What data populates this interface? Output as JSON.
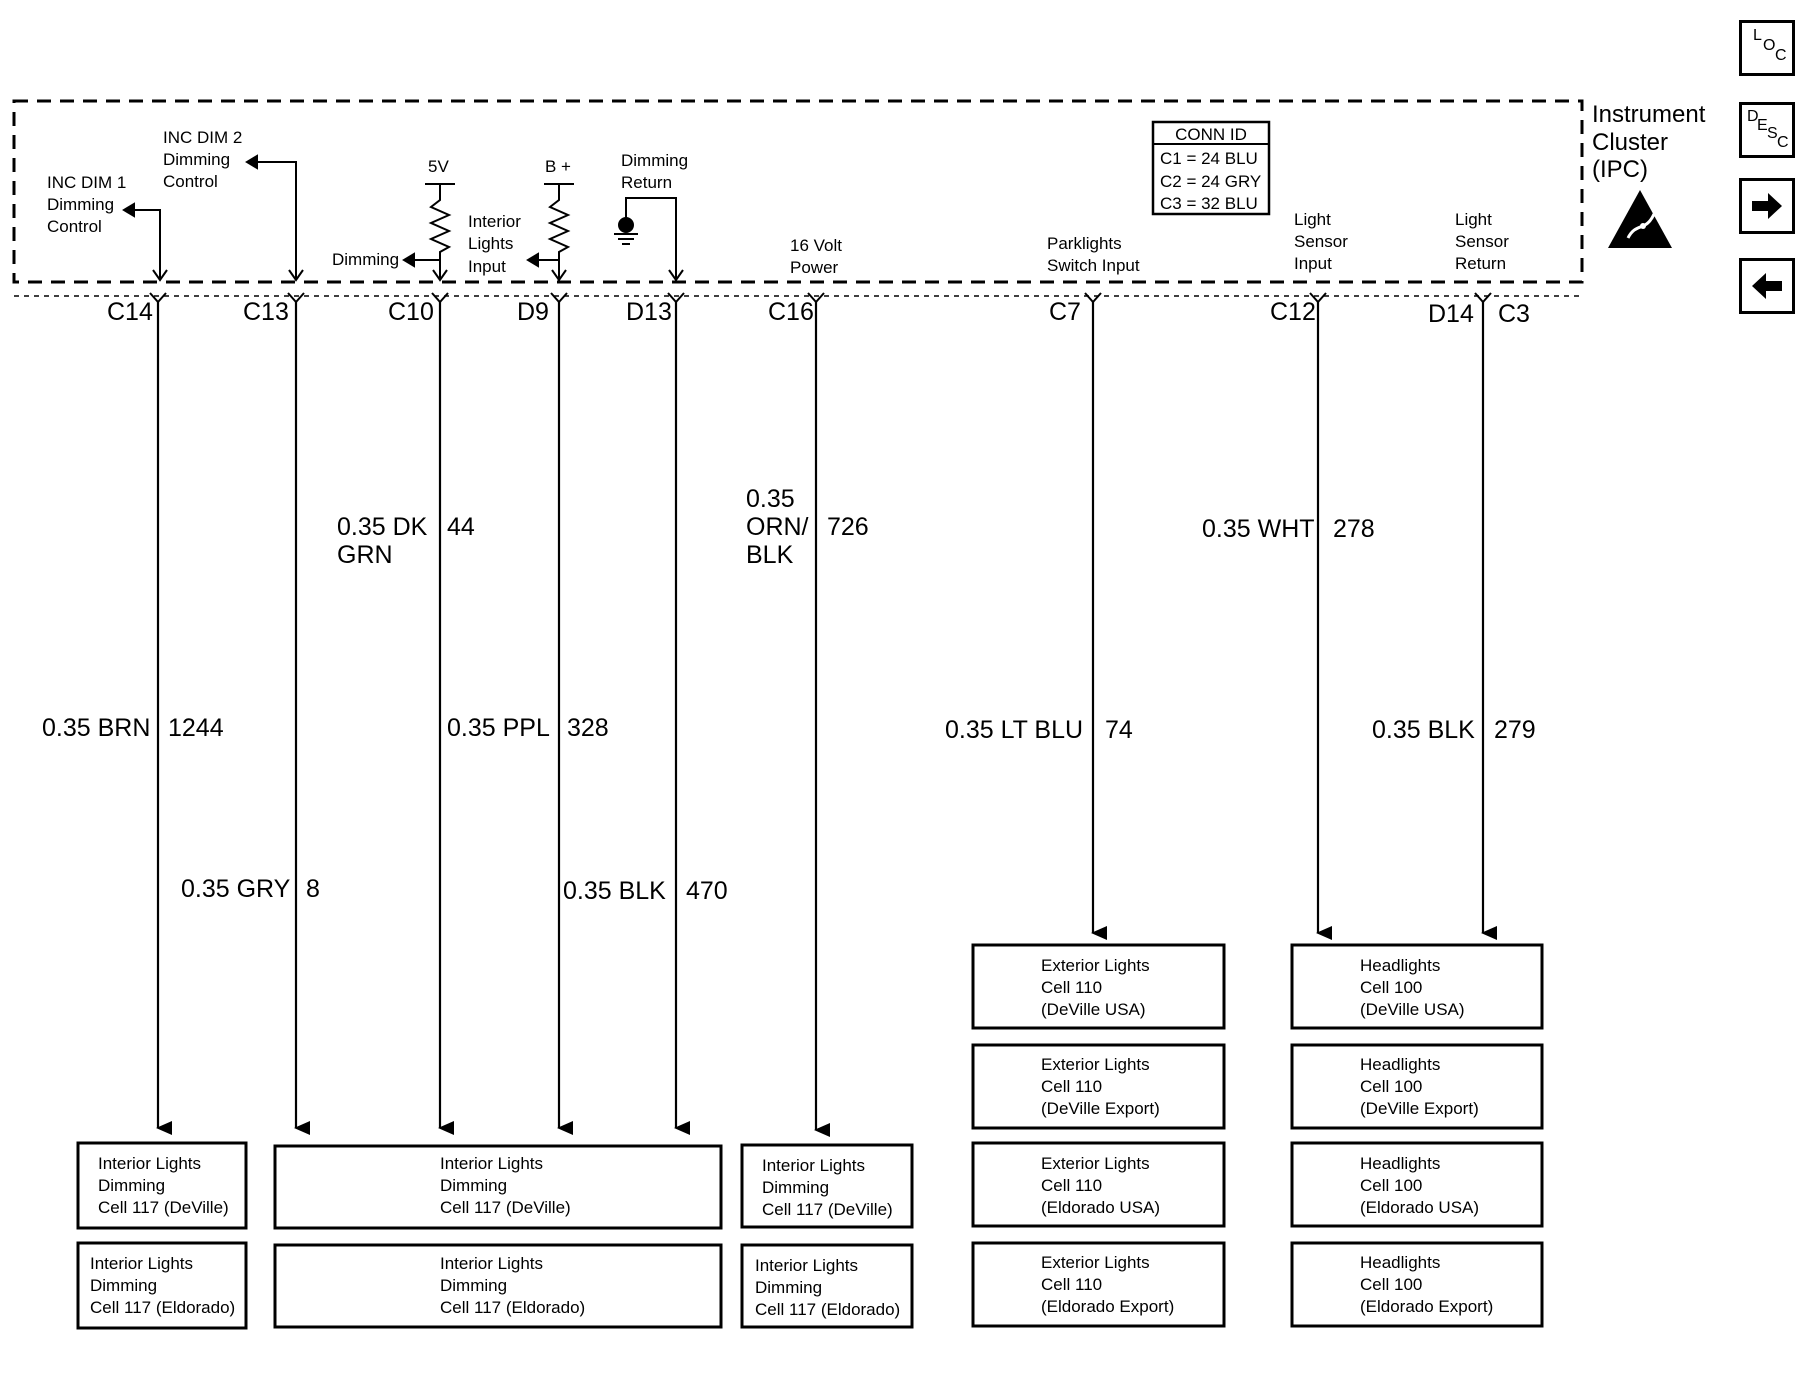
{
  "nav": {
    "loc": [
      "L",
      "O",
      "C"
    ],
    "desc": [
      "D",
      "E",
      "S",
      "C"
    ]
  },
  "component": {
    "name_lines": [
      "Instrument",
      "Cluster",
      "(IPC)"
    ]
  },
  "conn_id": {
    "title": "CONN ID",
    "rows": [
      "C1 = 24 BLU",
      "C2 = 24 GRY",
      "C3 = 32 BLU"
    ]
  },
  "internal_labels": {
    "inc_dim1": [
      "INC DIM 1",
      "Dimming",
      "Control"
    ],
    "inc_dim2": [
      "INC DIM 2",
      "Dimming",
      "Control"
    ],
    "five_v": "5V",
    "dimming": "Dimming",
    "b_plus": "B +",
    "interior_lights_input": [
      "Interior",
      "Lights",
      "Input"
    ],
    "dimming_return": [
      "Dimming",
      "Return"
    ],
    "sixteen_volt": [
      "16 Volt",
      "Power"
    ],
    "parklights": [
      "Parklights",
      "Switch Input"
    ],
    "light_sensor_input": [
      "Light",
      "Sensor",
      "Input"
    ],
    "light_sensor_return": [
      "Light",
      "Sensor",
      "Return"
    ]
  },
  "pins": [
    "C14",
    "C13",
    "C10",
    "D9",
    "D13",
    "C16",
    "C7",
    "C12",
    "D14",
    "C3"
  ],
  "wires": [
    {
      "color": "0.35 BRN",
      "circuit": "1244"
    },
    {
      "color": "0.35 GRY",
      "circuit": "8"
    },
    {
      "color_lines": [
        "0.35 DK",
        "GRN"
      ],
      "circuit": "44"
    },
    {
      "color": "0.35 PPL",
      "circuit": "328"
    },
    {
      "color": "0.35 BLK",
      "circuit": "470"
    },
    {
      "color_lines": [
        "0.35",
        "ORN/",
        "BLK"
      ],
      "circuit": "726"
    },
    {
      "color": "0.35 LT BLU",
      "circuit": "74"
    },
    {
      "color": "0.35 WHT",
      "circuit": "278"
    },
    {
      "color": "0.35 BLK",
      "circuit": "279"
    }
  ],
  "boxes": {
    "dim_left_1": [
      "Interior Lights",
      "Dimming",
      "Cell 117 (DeVille)"
    ],
    "dim_left_2": [
      "Interior Lights",
      "Dimming",
      "Cell 117 (Eldorado)"
    ],
    "dim_mid_1": [
      "Interior Lights",
      "Dimming",
      "Cell 117  (DeVille)"
    ],
    "dim_mid_2": [
      "Interior Lights",
      "Dimming",
      "Cell 117  (Eldorado)"
    ],
    "dim_right_1": [
      "Interior Lights",
      "Dimming",
      "Cell 117 (DeVille)"
    ],
    "dim_right_2": [
      "Interior Lights",
      "Dimming",
      "Cell 117 (Eldorado)"
    ],
    "ext_1": [
      "Exterior Lights",
      "Cell 110",
      "(DeVille USA)"
    ],
    "ext_2": [
      "Exterior Lights",
      "Cell 110",
      "(DeVille Export)"
    ],
    "ext_3": [
      "Exterior Lights",
      "Cell 110",
      "(Eldorado USA)"
    ],
    "ext_4": [
      "Exterior Lights",
      "Cell 110",
      "(Eldorado Export)"
    ],
    "head_1": [
      "Headlights",
      "Cell 100",
      "(DeVille USA)"
    ],
    "head_2": [
      "Headlights",
      "Cell 100",
      "(DeVille Export)"
    ],
    "head_3": [
      "Headlights",
      "Cell 100",
      "(Eldorado USA)"
    ],
    "head_4": [
      "Headlights",
      "Cell 100",
      "(Eldorado Export)"
    ]
  }
}
